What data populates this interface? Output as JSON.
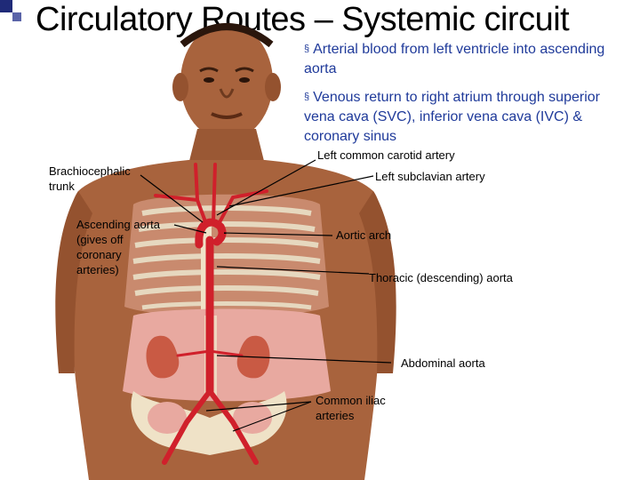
{
  "slide": {
    "title": "Circulatory Routes – Systemic circuit",
    "bullets": [
      "Arterial blood from left ventricle into ascending aorta",
      "Venous return to right atrium through superior vena cava (SVC), inferior vena cava (IVC) & coronary sinus"
    ],
    "bullet_marker": "§",
    "accent_color": "#1f3a9a"
  },
  "labels": {
    "left_common_carotid": "Left common carotid artery",
    "brachiocephalic_line1": "Brachiocephalic",
    "brachiocephalic_line2": "trunk",
    "left_subclavian": "Left subclavian artery",
    "ascending_aorta": "Ascending aorta",
    "ascending_note1": "(gives off",
    "ascending_note2": "coronary",
    "ascending_note3": "arteries)",
    "aortic_arch": "Aortic arch",
    "thoracic_aorta": "Thoracic (descending) aorta",
    "abdominal_aorta": "Abdominal aorta",
    "common_iliac_line1": "Common iliac",
    "common_iliac_line2": "arteries"
  },
  "colors": {
    "skin": "#a8633d",
    "skin_dark": "#7a4226",
    "rib": "#e6d8bf",
    "artery": "#d0202b",
    "kidney": "#c95a44",
    "pelvis": "#efe2c7",
    "organ_bg": "#e8a9a0"
  }
}
